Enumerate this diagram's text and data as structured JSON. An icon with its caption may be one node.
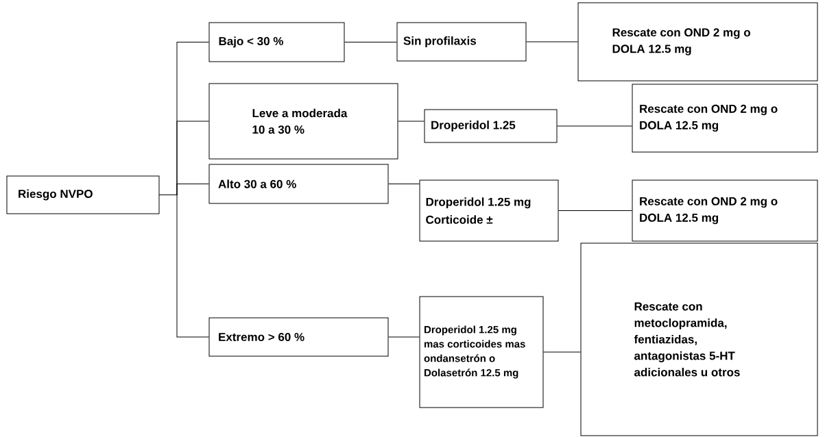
{
  "diagram": {
    "nodes": [
      {
        "text": [
          "Riesgo NVPO"
        ]
      },
      {
        "text": [
          "Bajo < 30 %"
        ]
      },
      {
        "text": [
          "Sin profilaxis"
        ]
      },
      {
        "text": [
          "Rescate con OND 2 mg o DOLA 12.5 mg"
        ]
      },
      {
        "text": [
          "Leve a moderada 10 a 30 %"
        ]
      },
      {
        "text": [
          "Droperidol 1.25"
        ]
      },
      {
        "text": [
          "Rescate con OND 2 mg o DOLA 12.5 mg"
        ]
      },
      {
        "text": [
          "Alto 30 a 60 %"
        ]
      },
      {
        "text": [
          "Droperidol 1.25 mg",
          "Corticoide ±"
        ]
      },
      {
        "text": [
          "Rescate con OND 2 mg o DOLA 12.5 mg"
        ]
      },
      {
        "text": [
          "Extremo > 60 %"
        ]
      },
      {
        "text": [
          "Droperidol 1.25 mg mas corticoides mas ondansetrón o Dolasetrón 12.5 mg"
        ]
      },
      {
        "text": [
          "Rescate con metoclopramida, fentiazidas, antagonistas 5-HT adicionales u otros"
        ]
      }
    ],
    "edges": [
      {
        "from": 0,
        "to": 1,
        "arrow": "none"
      },
      {
        "from": 0,
        "to": 4,
        "arrow": "none"
      },
      {
        "from": 0,
        "to": 7,
        "arrow": "none"
      },
      {
        "from": 0,
        "to": 10,
        "arrow": "none"
      },
      {
        "from": 1,
        "to": 2,
        "arrow": "none"
      },
      {
        "from": 2,
        "to": 3,
        "arrow": "none"
      },
      {
        "from": 4,
        "to": 5,
        "arrow": "none"
      },
      {
        "from": 5,
        "to": 6,
        "arrow": "none"
      },
      {
        "from": 7,
        "to": 8,
        "arrow": "none"
      },
      {
        "from": 8,
        "to": 9,
        "arrow": "none"
      },
      {
        "from": 10,
        "to": 11,
        "arrow": "none"
      },
      {
        "from": 11,
        "to": 12,
        "arrow": "none"
      }
    ]
  }
}
